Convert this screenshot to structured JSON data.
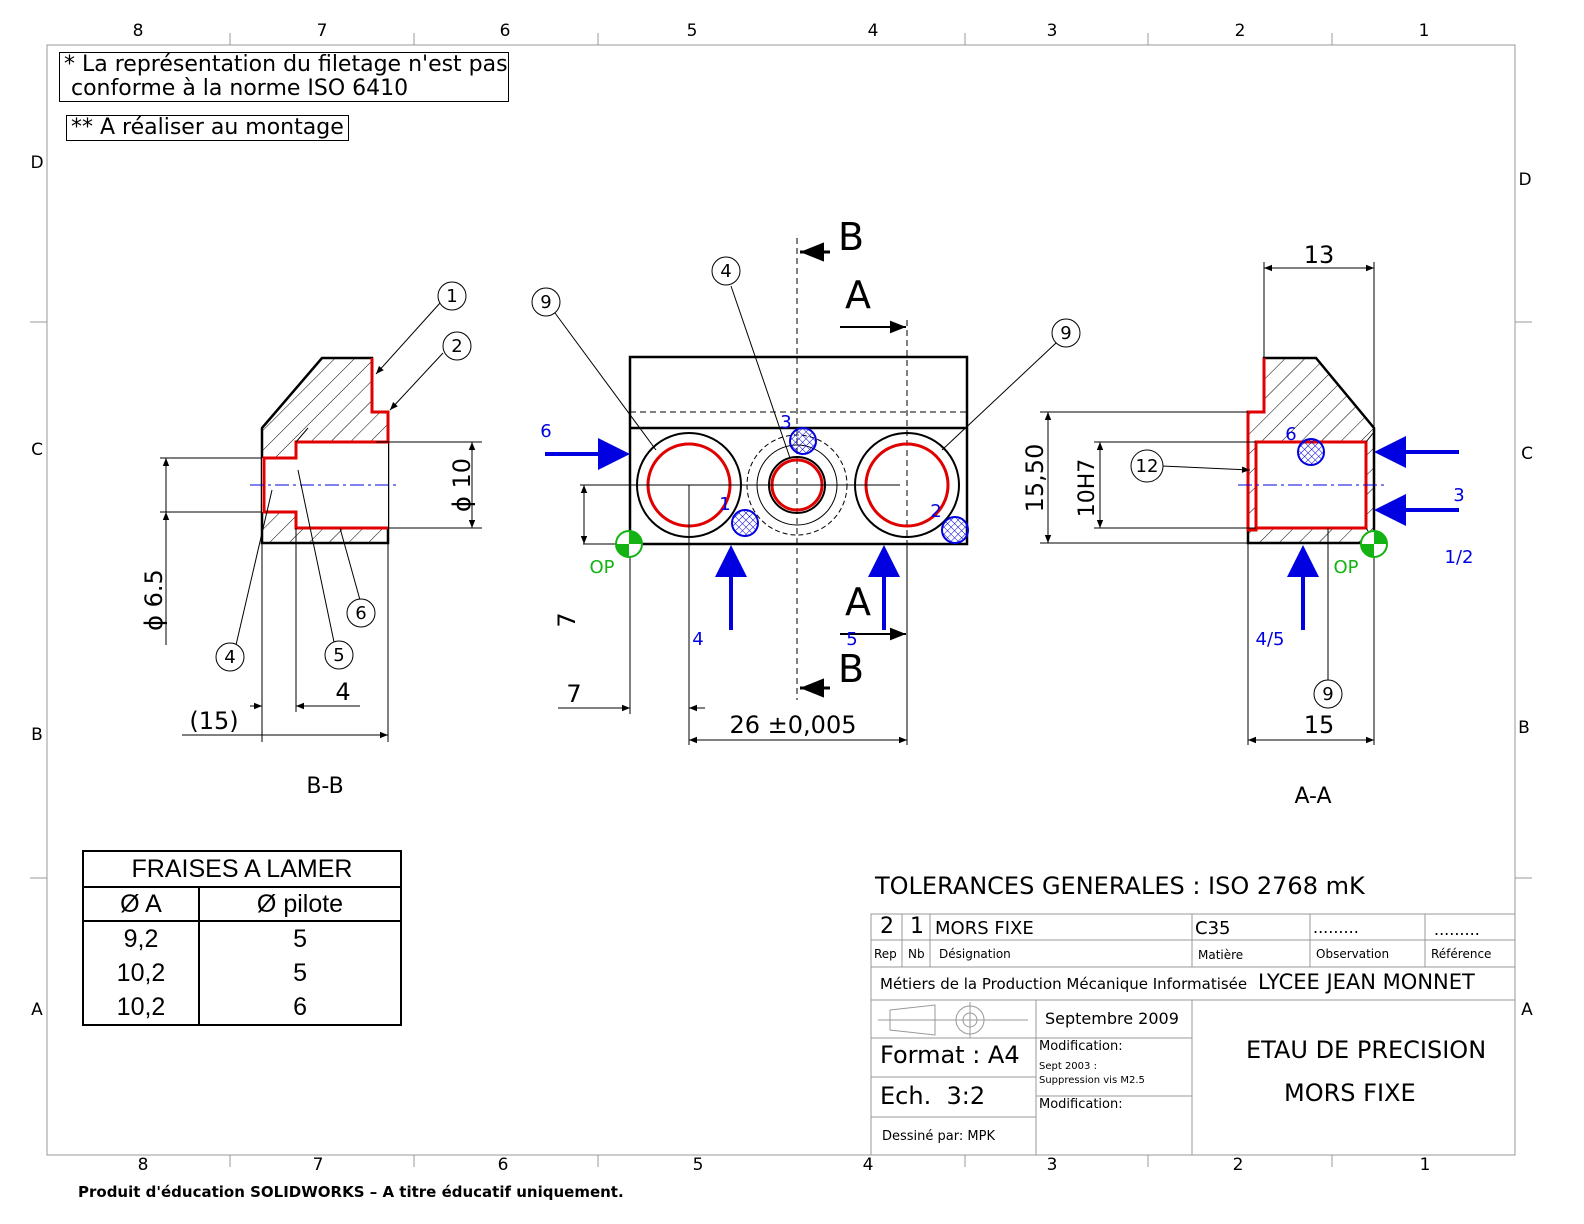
{
  "sheet": {
    "column_labels": [
      "8",
      "7",
      "6",
      "5",
      "4",
      "3",
      "2",
      "1"
    ],
    "row_labels": [
      "D",
      "C",
      "B",
      "A"
    ]
  },
  "notes": {
    "thread_note": "* La représentation du filetage n'est pas\n conforme à la norme ISO 6410",
    "assembly_note": "** A réaliser au montage"
  },
  "views": {
    "section_bb_label": "B-B",
    "section_aa_label": "A-A",
    "cut_letters": {
      "a": "A",
      "b": "B"
    }
  },
  "dimensions": {
    "bb": {
      "dia10": "ϕ 10",
      "dia65": "ϕ 6.5",
      "d4": "4",
      "d15": "(15)"
    },
    "front": {
      "d7v": "7",
      "d7h": "7",
      "d26": "26 ±0,005"
    },
    "aa": {
      "d13": "13",
      "d1550": "15,50",
      "d10h7": "10H7",
      "d15": "15"
    }
  },
  "callouts": {
    "c1": "1",
    "c2": "2",
    "c4": "4",
    "c5": "5",
    "c6": "6",
    "c9": "9",
    "c12": "12"
  },
  "supports": {
    "blue": [
      "6",
      "4",
      "5",
      "1",
      "2",
      "3",
      "3",
      "1/2",
      "4/5",
      "6"
    ],
    "origin": "OP"
  },
  "colors": {
    "contour_red": "#e00000",
    "support_blue": "#0000e0",
    "origin_green": "#13b313"
  },
  "fraises_table": {
    "title": "FRAISES A LAMER",
    "headers": [
      "Ø A",
      "Ø pilote"
    ],
    "rows": [
      [
        "9,2",
        "5"
      ],
      [
        "10,2",
        "5"
      ],
      [
        "10,2",
        "6"
      ]
    ]
  },
  "title_block": {
    "tolerances": "TOLERANCES GENERALES : ISO 2768 mK",
    "rep": "2",
    "nb": "1",
    "designation": "MORS FIXE",
    "matiere": "C35",
    "observation": ".........",
    "reference": ".........",
    "label_rep": "Rep",
    "label_nb": "Nb",
    "label_designation": "Désignation",
    "label_matiere": "Matière",
    "label_observation": "Observation",
    "label_reference": "Référence",
    "course": "Métiers de la Production Mécanique Informatisée",
    "school": "LYCEE JEAN MONNET",
    "date": "Septembre 2009",
    "format": "Format : A4",
    "scale": "Ech.  3:2",
    "drawn_by": "Dessiné par: MPK",
    "modification1_label": "Modification:",
    "modification1_text": "Sept 2003 :\nSuppression vis M2.5",
    "modification2_label": "Modification:",
    "project": "ETAU DE PRECISION",
    "part": "MORS FIXE"
  },
  "footer": "Produit d'éducation SOLIDWORKS – A titre éducatif uniquement."
}
